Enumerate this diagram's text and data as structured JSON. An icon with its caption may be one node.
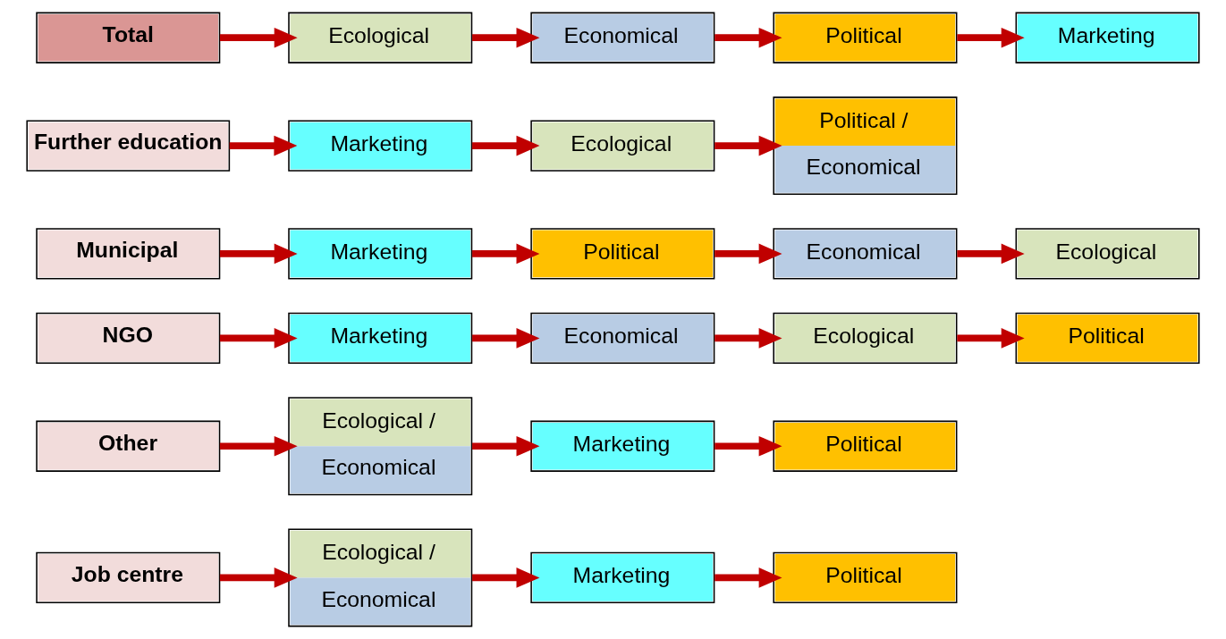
{
  "diagram": {
    "nodes": [
      {
        "text": [
          "Total"
        ]
      },
      {
        "text": [
          "Ecological"
        ]
      },
      {
        "text": [
          "Economical"
        ]
      },
      {
        "text": [
          "Political"
        ]
      },
      {
        "text": [
          "Marketing"
        ]
      },
      {
        "text": [
          "Further education"
        ]
      },
      {
        "text": [
          "Marketing"
        ]
      },
      {
        "text": [
          "Ecological"
        ]
      },
      {
        "text": [
          "Political /",
          "Economical"
        ]
      },
      {
        "text": [
          "Municipal"
        ]
      },
      {
        "text": [
          "Marketing"
        ]
      },
      {
        "text": [
          "Political"
        ]
      },
      {
        "text": [
          "Economical"
        ]
      },
      {
        "text": [
          "Ecological"
        ]
      },
      {
        "text": [
          "NGO"
        ]
      },
      {
        "text": [
          "Marketing"
        ]
      },
      {
        "text": [
          "Economical"
        ]
      },
      {
        "text": [
          "Ecological"
        ]
      },
      {
        "text": [
          "Political"
        ]
      },
      {
        "text": [
          "Other"
        ]
      },
      {
        "text": [
          "Ecological /",
          "Economical"
        ]
      },
      {
        "text": [
          "Marketing"
        ]
      },
      {
        "text": [
          "Political"
        ]
      },
      {
        "text": [
          "Job centre"
        ]
      },
      {
        "text": [
          "Ecological /",
          "Economical"
        ]
      },
      {
        "text": [
          "Marketing"
        ]
      },
      {
        "text": [
          "Political"
        ]
      }
    ],
    "edges": [
      {
        "from": 0,
        "to": 1,
        "arrow": "to"
      },
      {
        "from": 1,
        "to": 2,
        "arrow": "to"
      },
      {
        "from": 2,
        "to": 3,
        "arrow": "to"
      },
      {
        "from": 3,
        "to": 4,
        "arrow": "to"
      },
      {
        "from": 5,
        "to": 6,
        "arrow": "to"
      },
      {
        "from": 6,
        "to": 7,
        "arrow": "to"
      },
      {
        "from": 7,
        "to": 8,
        "arrow": "to"
      },
      {
        "from": 9,
        "to": 10,
        "arrow": "to"
      },
      {
        "from": 10,
        "to": 11,
        "arrow": "to"
      },
      {
        "from": 11,
        "to": 12,
        "arrow": "to"
      },
      {
        "from": 12,
        "to": 13,
        "arrow": "to"
      },
      {
        "from": 14,
        "to": 15,
        "arrow": "to"
      },
      {
        "from": 15,
        "to": 16,
        "arrow": "to"
      },
      {
        "from": 16,
        "to": 17,
        "arrow": "to"
      },
      {
        "from": 17,
        "to": 18,
        "arrow": "to"
      },
      {
        "from": 19,
        "to": 20,
        "arrow": "to"
      },
      {
        "from": 20,
        "to": 21,
        "arrow": "to"
      },
      {
        "from": 21,
        "to": 22,
        "arrow": "to"
      },
      {
        "from": 23,
        "to": 24,
        "arrow": "to"
      },
      {
        "from": 24,
        "to": 25,
        "arrow": "to"
      },
      {
        "from": 25,
        "to": 26,
        "arrow": "to"
      }
    ]
  }
}
